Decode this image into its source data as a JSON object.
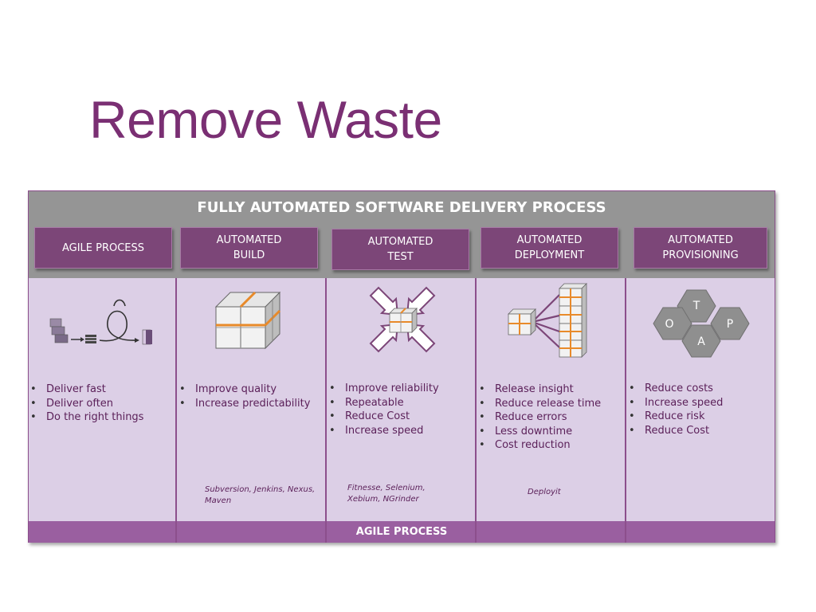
{
  "title": "Remove Waste",
  "banner": "FULLY AUTOMATED SOFTWARE DELIVERY PROCESS",
  "stages": [
    {
      "label": "AGILE PROCESS"
    },
    {
      "label": "AUTOMATED\nBUILD"
    },
    {
      "label": "AUTOMATED\nTEST"
    },
    {
      "label": "AUTOMATED\nDEPLOYMENT"
    },
    {
      "label": "AUTOMATED\nPROVISIONING"
    }
  ],
  "columns": [
    {
      "bullets": [
        "Deliver fast",
        "Deliver often",
        "Do the right things"
      ],
      "tools": ""
    },
    {
      "bullets": [
        "Improve quality",
        "Increase predictability"
      ],
      "tools": "Subversion, Jenkins, Nexus,\nMaven"
    },
    {
      "bullets": [
        "Improve reliability",
        "Repeatable",
        "Reduce Cost",
        "Increase speed"
      ],
      "tools": "Fitnesse, Selenium,\nXebium, NGrinder"
    },
    {
      "bullets": [
        "Release insight",
        "Reduce release time",
        "Reduce errors",
        "Less downtime",
        "Cost reduction"
      ],
      "tools": "Deployit"
    },
    {
      "bullets": [
        "Reduce costs",
        "Increase speed",
        "Reduce risk",
        "Reduce Cost"
      ],
      "tools": ""
    }
  ],
  "hexagons": {
    "top": "T",
    "left": "O",
    "right": "P",
    "bottom": "A"
  },
  "footer": "AGILE PROCESS",
  "colors": {
    "title": "#7a2f73",
    "stage": "#7c4678",
    "panel": "#dccfe6",
    "header": "#959595",
    "footer": "#9a5fa0",
    "accent": "#e88a2a"
  }
}
